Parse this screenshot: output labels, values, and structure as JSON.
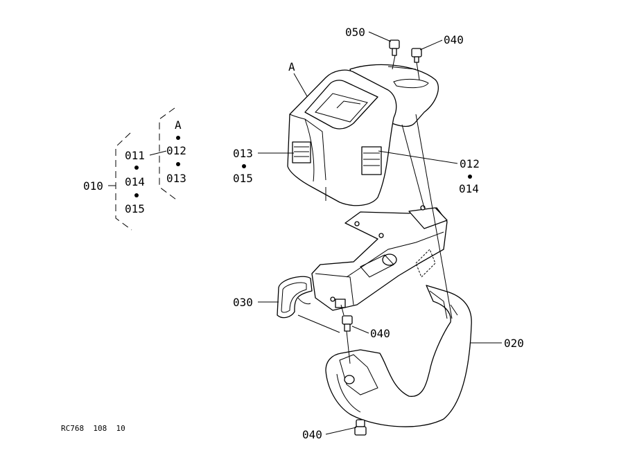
{
  "diagram": {
    "labels": {
      "p050": "050",
      "p040_top": "040",
      "callout_a": "A",
      "p013": "013",
      "p015": "015",
      "p012": "012",
      "p014": "014",
      "p030": "030",
      "p040_mid": "040",
      "p020": "020",
      "p040_bot": "040"
    },
    "legend": {
      "group_a_title": "A",
      "group_a_items": [
        "012",
        "013"
      ],
      "group_main_id": "010",
      "group_main_items": [
        "011",
        "014",
        "015"
      ]
    },
    "drawing_code": "RC768  108  10"
  }
}
